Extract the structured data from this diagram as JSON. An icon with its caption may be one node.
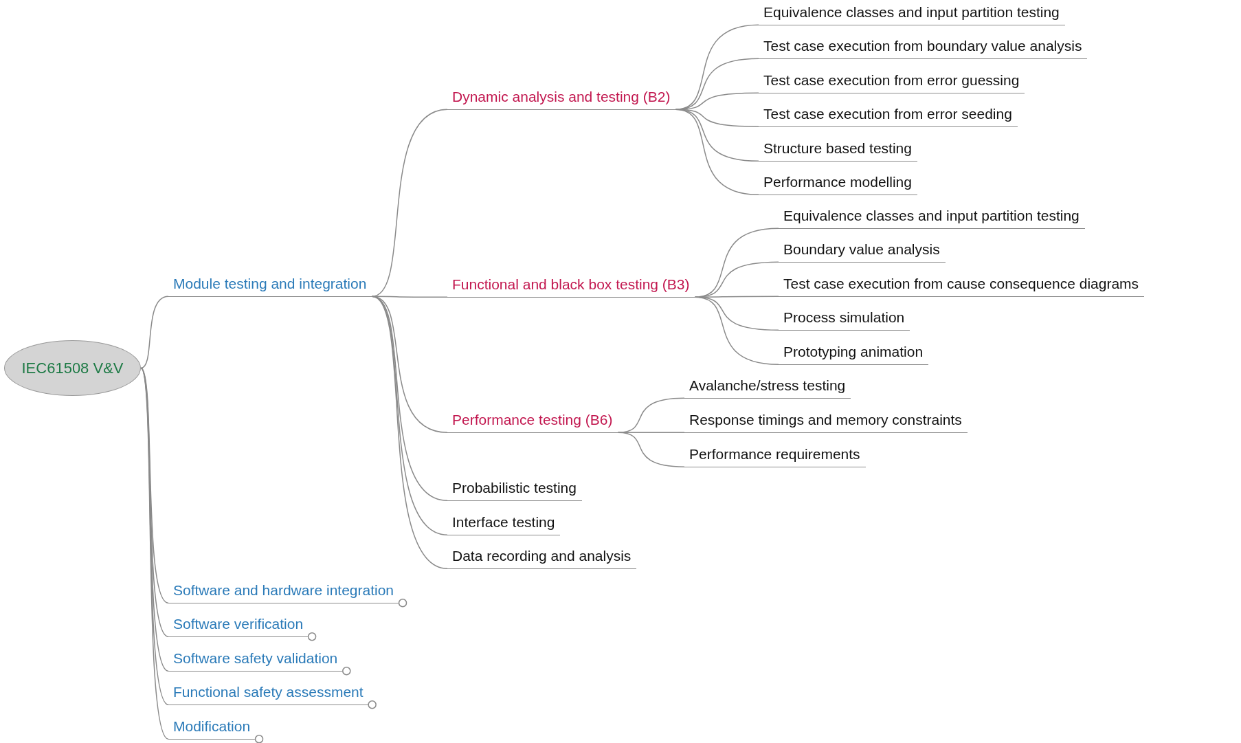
{
  "diagram": {
    "nodes": [
      {
        "text": [
          "IEC61508 V&V"
        ]
      },
      {
        "text": [
          "Module testing and integration"
        ]
      },
      {
        "text": [
          "Dynamic analysis and testing (B2)"
        ]
      },
      {
        "text": [
          "Equivalence classes and input partition testing"
        ]
      },
      {
        "text": [
          "Test case execution from boundary value analysis"
        ]
      },
      {
        "text": [
          "Test case execution from error guessing"
        ]
      },
      {
        "text": [
          "Test case execution from error seeding"
        ]
      },
      {
        "text": [
          "Structure based testing"
        ]
      },
      {
        "text": [
          "Performance modelling"
        ]
      },
      {
        "text": [
          "Functional and black box testing (B3)"
        ]
      },
      {
        "text": [
          "Equivalence classes and input partition testing"
        ]
      },
      {
        "text": [
          "Boundary value analysis"
        ]
      },
      {
        "text": [
          "Test case execution from cause consequence diagrams"
        ]
      },
      {
        "text": [
          "Process simulation"
        ]
      },
      {
        "text": [
          "Prototyping animation"
        ]
      },
      {
        "text": [
          "Performance testing (B6)"
        ]
      },
      {
        "text": [
          "Avalanche/stress testing"
        ]
      },
      {
        "text": [
          "Response timings and memory constraints"
        ]
      },
      {
        "text": [
          "Performance requirements"
        ]
      },
      {
        "text": [
          "Probabilistic testing"
        ]
      },
      {
        "text": [
          "Interface testing"
        ]
      },
      {
        "text": [
          "Data recording and analysis"
        ]
      },
      {
        "text": [
          "Software and hardware integration"
        ]
      },
      {
        "text": [
          "Software verification"
        ]
      },
      {
        "text": [
          "Software safety validation"
        ]
      },
      {
        "text": [
          "Functional safety assessment"
        ]
      },
      {
        "text": [
          "Modification"
        ]
      }
    ],
    "edges": [
      {
        "from": 0,
        "to": 1,
        "arrow": "none"
      },
      {
        "from": 1,
        "to": 2,
        "arrow": "none"
      },
      {
        "from": 2,
        "to": 3,
        "arrow": "none"
      },
      {
        "from": 2,
        "to": 4,
        "arrow": "none"
      },
      {
        "from": 2,
        "to": 5,
        "arrow": "none"
      },
      {
        "from": 2,
        "to": 6,
        "arrow": "none"
      },
      {
        "from": 2,
        "to": 7,
        "arrow": "none"
      },
      {
        "from": 2,
        "to": 8,
        "arrow": "none"
      },
      {
        "from": 1,
        "to": 9,
        "arrow": "none"
      },
      {
        "from": 9,
        "to": 10,
        "arrow": "none"
      },
      {
        "from": 9,
        "to": 11,
        "arrow": "none"
      },
      {
        "from": 9,
        "to": 12,
        "arrow": "none"
      },
      {
        "from": 9,
        "to": 13,
        "arrow": "none"
      },
      {
        "from": 9,
        "to": 14,
        "arrow": "none"
      },
      {
        "from": 1,
        "to": 15,
        "arrow": "none"
      },
      {
        "from": 15,
        "to": 16,
        "arrow": "none"
      },
      {
        "from": 15,
        "to": 17,
        "arrow": "none"
      },
      {
        "from": 15,
        "to": 18,
        "arrow": "none"
      },
      {
        "from": 1,
        "to": 19,
        "arrow": "none"
      },
      {
        "from": 1,
        "to": 20,
        "arrow": "none"
      },
      {
        "from": 1,
        "to": 21,
        "arrow": "none"
      },
      {
        "from": 0,
        "to": 22,
        "arrow": "none"
      },
      {
        "from": 0,
        "to": 23,
        "arrow": "none"
      },
      {
        "from": 0,
        "to": 24,
        "arrow": "none"
      },
      {
        "from": 0,
        "to": 25,
        "arrow": "none"
      },
      {
        "from": 0,
        "to": 26,
        "arrow": "none"
      }
    ]
  }
}
